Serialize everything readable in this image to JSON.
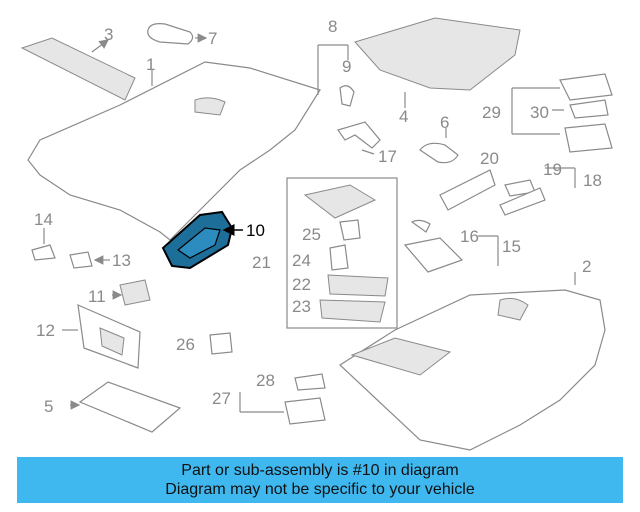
{
  "diagram": {
    "highlighted_part": "10",
    "callouts": [
      "1",
      "2",
      "3",
      "4",
      "5",
      "6",
      "7",
      "8",
      "9",
      "10",
      "11",
      "12",
      "13",
      "14",
      "15",
      "16",
      "17",
      "18",
      "19",
      "20",
      "21",
      "22",
      "23",
      "24",
      "25",
      "26",
      "27",
      "28",
      "29",
      "30"
    ]
  },
  "banner": {
    "line1": "Part or sub-assembly is #10 in diagram",
    "line2": "Diagram may not be specific to your vehicle"
  },
  "colors": {
    "banner_bg": "#3fb8f0",
    "highlight": "#0a4a6e",
    "line": "#8a8a8a"
  }
}
